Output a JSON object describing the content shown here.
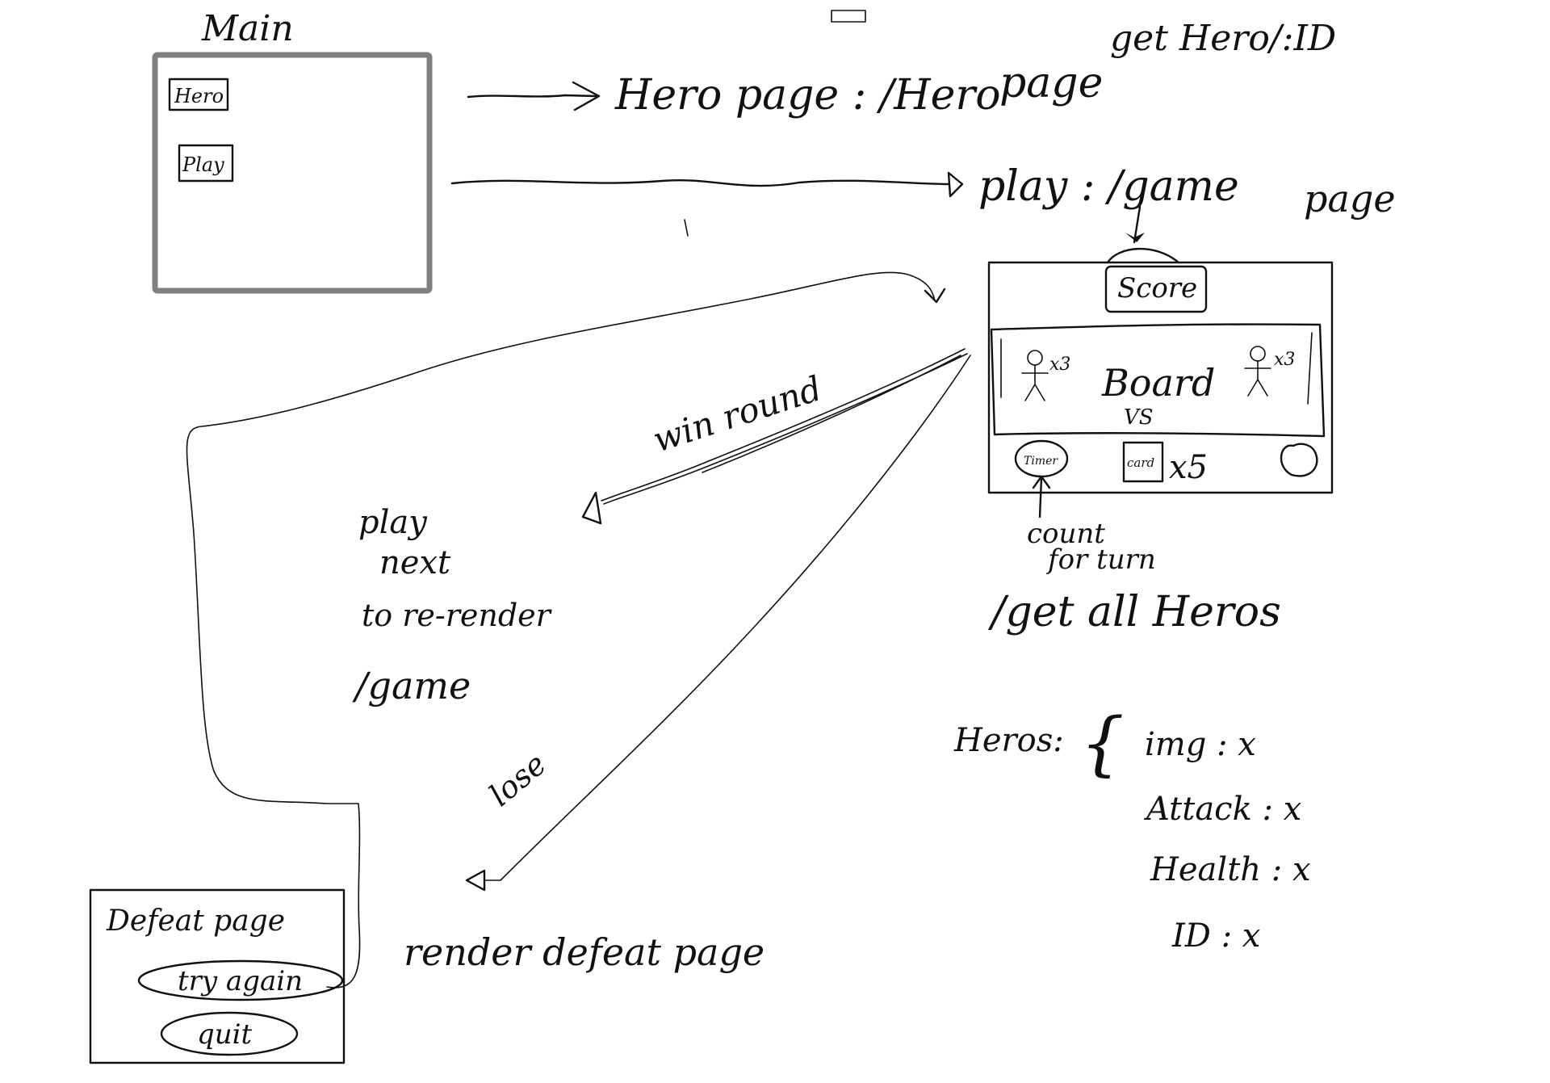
{
  "main": {
    "title": "Main",
    "hero_button": "Hero",
    "play_button": "Play"
  },
  "top_notes": {
    "get_hero_by_id": "get Hero/:ID",
    "hero_route": "Hero page : /Hero",
    "hero_page_suffix": "page",
    "play_route": "play : /game",
    "play_page_suffix": "page"
  },
  "game": {
    "score": "Score",
    "board": "Board",
    "vs": "VS",
    "hero_count_left": "x3",
    "hero_count_right": "x3",
    "timer": "Timer",
    "card": "card",
    "card_count": "x5",
    "timer_note_line1": "count",
    "timer_note_line2": "for turn",
    "get_all_heroes": "/get all Heros"
  },
  "flow": {
    "win_round": "win round",
    "play_next_line1": "play",
    "play_next_line2": "next",
    "rerender": "to re-render",
    "game_route": "/game",
    "lose": "lose",
    "render_defeat": "render defeat page"
  },
  "defeat": {
    "title": "Defeat page",
    "try_again": "try again",
    "quit": "quit"
  },
  "heroes_schema": {
    "label": "Heros:",
    "brace": "{",
    "fields": [
      "img : x",
      "Attack : x",
      "Health : x",
      "ID : x"
    ]
  },
  "colors": {
    "ink": "#111111",
    "main_frame": "#808080",
    "background": "#ffffff"
  }
}
